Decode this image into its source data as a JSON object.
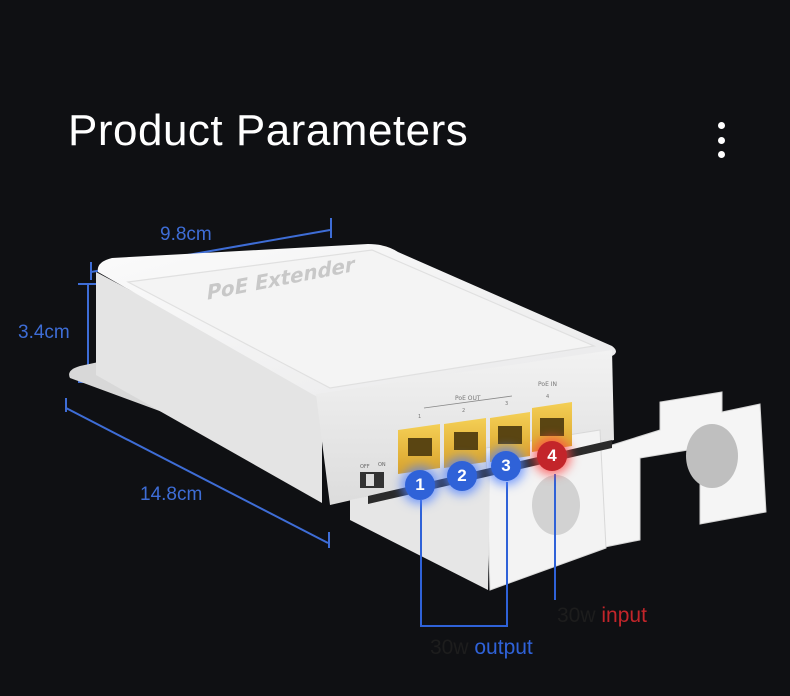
{
  "header": {
    "title": "Product Parameters"
  },
  "dimensions": {
    "width": "9.8cm",
    "height": "3.4cm",
    "length": "14.8cm"
  },
  "device": {
    "top_text": "PoE Extender",
    "poe_out_label": "PoE OUT",
    "poe_in_label": "PoE IN",
    "switch_off": "OFF",
    "switch_on": "ON",
    "port_small_numbers": [
      "1",
      "2",
      "3",
      "4"
    ]
  },
  "ports": [
    {
      "number": "1",
      "role": "output",
      "color": "#2f62d8"
    },
    {
      "number": "2",
      "role": "output",
      "color": "#2f62d8"
    },
    {
      "number": "3",
      "role": "output",
      "color": "#2f62d8"
    },
    {
      "number": "4",
      "role": "input",
      "color": "#c3252a"
    }
  ],
  "callouts": {
    "input": {
      "power": "30w",
      "word": "input"
    },
    "output": {
      "power": "30w",
      "word": "output"
    }
  },
  "colors": {
    "background": "#0f1013",
    "accent_blue": "#2f62d8",
    "accent_red": "#c3252a",
    "port_gold": "#e8b93a"
  },
  "icons": {
    "menu": "more-vert-icon"
  }
}
